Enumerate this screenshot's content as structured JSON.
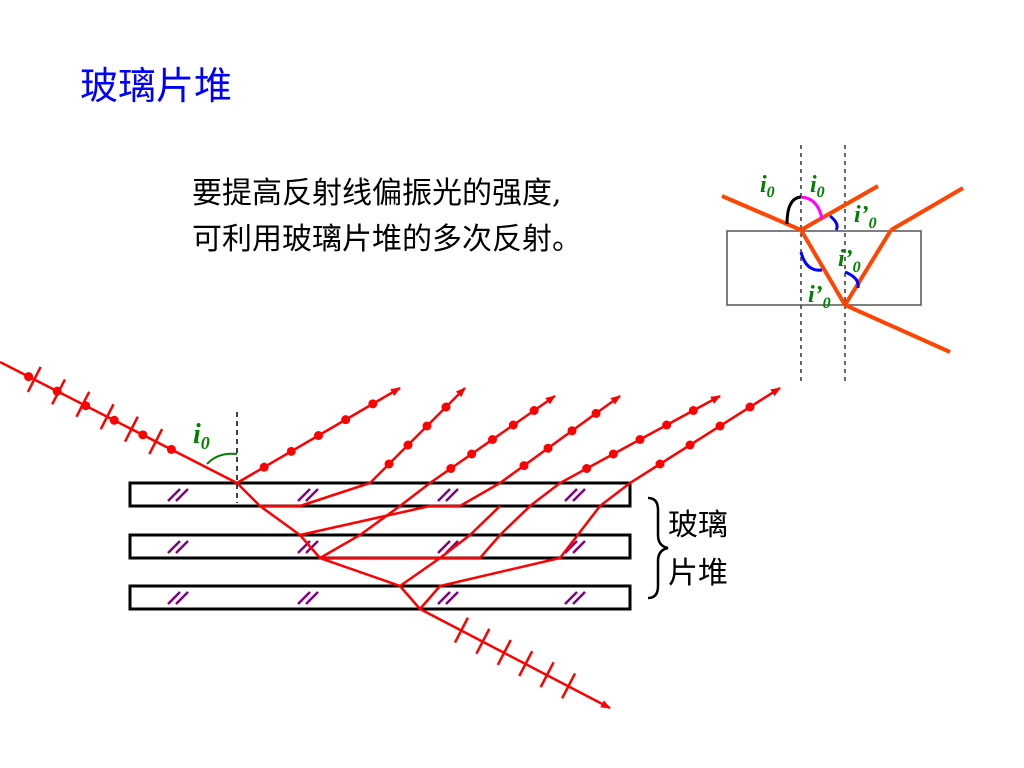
{
  "title": "玻璃片堆",
  "description": {
    "line1": "要提高反射线偏振光的强度,",
    "line2": "可利用玻璃片堆的多次反射。"
  },
  "stack_label": {
    "line1": "玻璃",
    "line2": "片堆"
  },
  "angle_labels": {
    "incident": "i",
    "incident_sub": "0",
    "inset_i0_left": "i",
    "inset_i0_right": "i",
    "inset_sub": "0",
    "inset_refr_1": "i’",
    "inset_refr_2": "i’",
    "inset_refr_3": "i’"
  },
  "colors": {
    "title": "#0000ff",
    "ray": "#ff0000",
    "inset_ray": "#ff4500",
    "angle_label": "#008000",
    "glass_hatch": "#800080",
    "arc_magenta": "#ff00ff",
    "arc_blue": "#0000ff"
  }
}
